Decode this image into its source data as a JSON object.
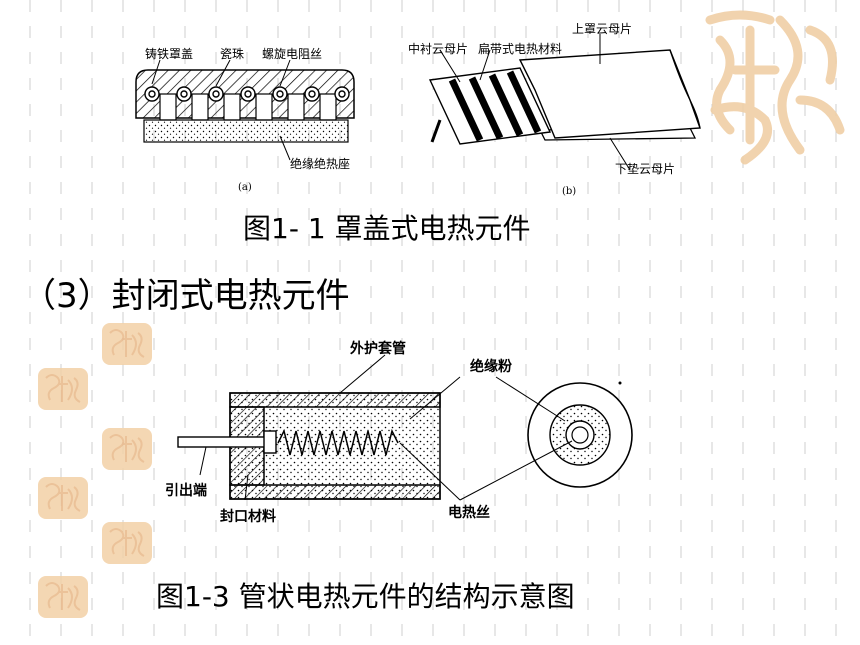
{
  "fig1": {
    "panel_a": {
      "label_cover": "铸铁罩盖",
      "label_bead": "瓷珠",
      "label_wire": "螺旋电阻丝",
      "label_base": "绝缘绝热座",
      "sub_label": "(a)"
    },
    "panel_b": {
      "label_middle_mica": "中衬云母片",
      "label_ribbon": "扁带式电热材料",
      "label_upper_mica": "上罩云母片",
      "label_lower_mica": "下垫云母片",
      "sub_label": "(b)"
    },
    "caption": "图1- 1 罩盖式电热元件"
  },
  "section_heading": "（3）封闭式电热元件",
  "fig3": {
    "label_sheath": "外护套管",
    "label_powder": "绝缘粉",
    "label_terminal": "引出端",
    "label_seal": "封口材料",
    "label_wire": "电热丝",
    "caption": "图1-3 管状电热元件的结构示意图"
  },
  "decor": {
    "seal_color": "#f3d1a6",
    "seal_stroke": "#e8b888",
    "grid_color": "#cccccc"
  }
}
